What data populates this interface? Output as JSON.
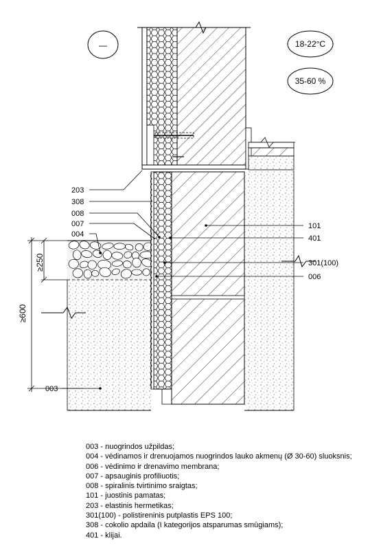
{
  "symbols": {
    "dash_badge": "—",
    "temperature": "18-22°C",
    "humidity": "35-60 %"
  },
  "dimensions": {
    "small": "≥250",
    "large": "≥600"
  },
  "callouts": {
    "c203": "203",
    "c308": "308",
    "c008": "008",
    "c007": "007",
    "c004": "004",
    "c101": "101",
    "c401": "401",
    "c301": "301(100)",
    "c006": "006",
    "c003": "003"
  },
  "legend": [
    "003 - nuogrindos užpildas;",
    "004 - vėdinamos ir drenuojamos nuogrindos lauko akmenų (Ø 30-60) sluoksnis;",
    "006 - vėdinimo ir drenavimo membrana;",
    "007 - apsauginis profiliuotis;",
    "008 - spiralinis tvirtinimo sraigtas;",
    "101 - juostinis pamatas;",
    "203 - elastinis hermetikas;",
    "301(100) - polistireninis putplastis EPS 100;",
    "308 - cokolio apdaila (I kategorijos atsparumas smūgiams);",
    "401 - klijai."
  ],
  "colors": {
    "ink": "#000000",
    "soil_dots": "#9a9a9a",
    "stone_fill": "#f4f4f4"
  }
}
